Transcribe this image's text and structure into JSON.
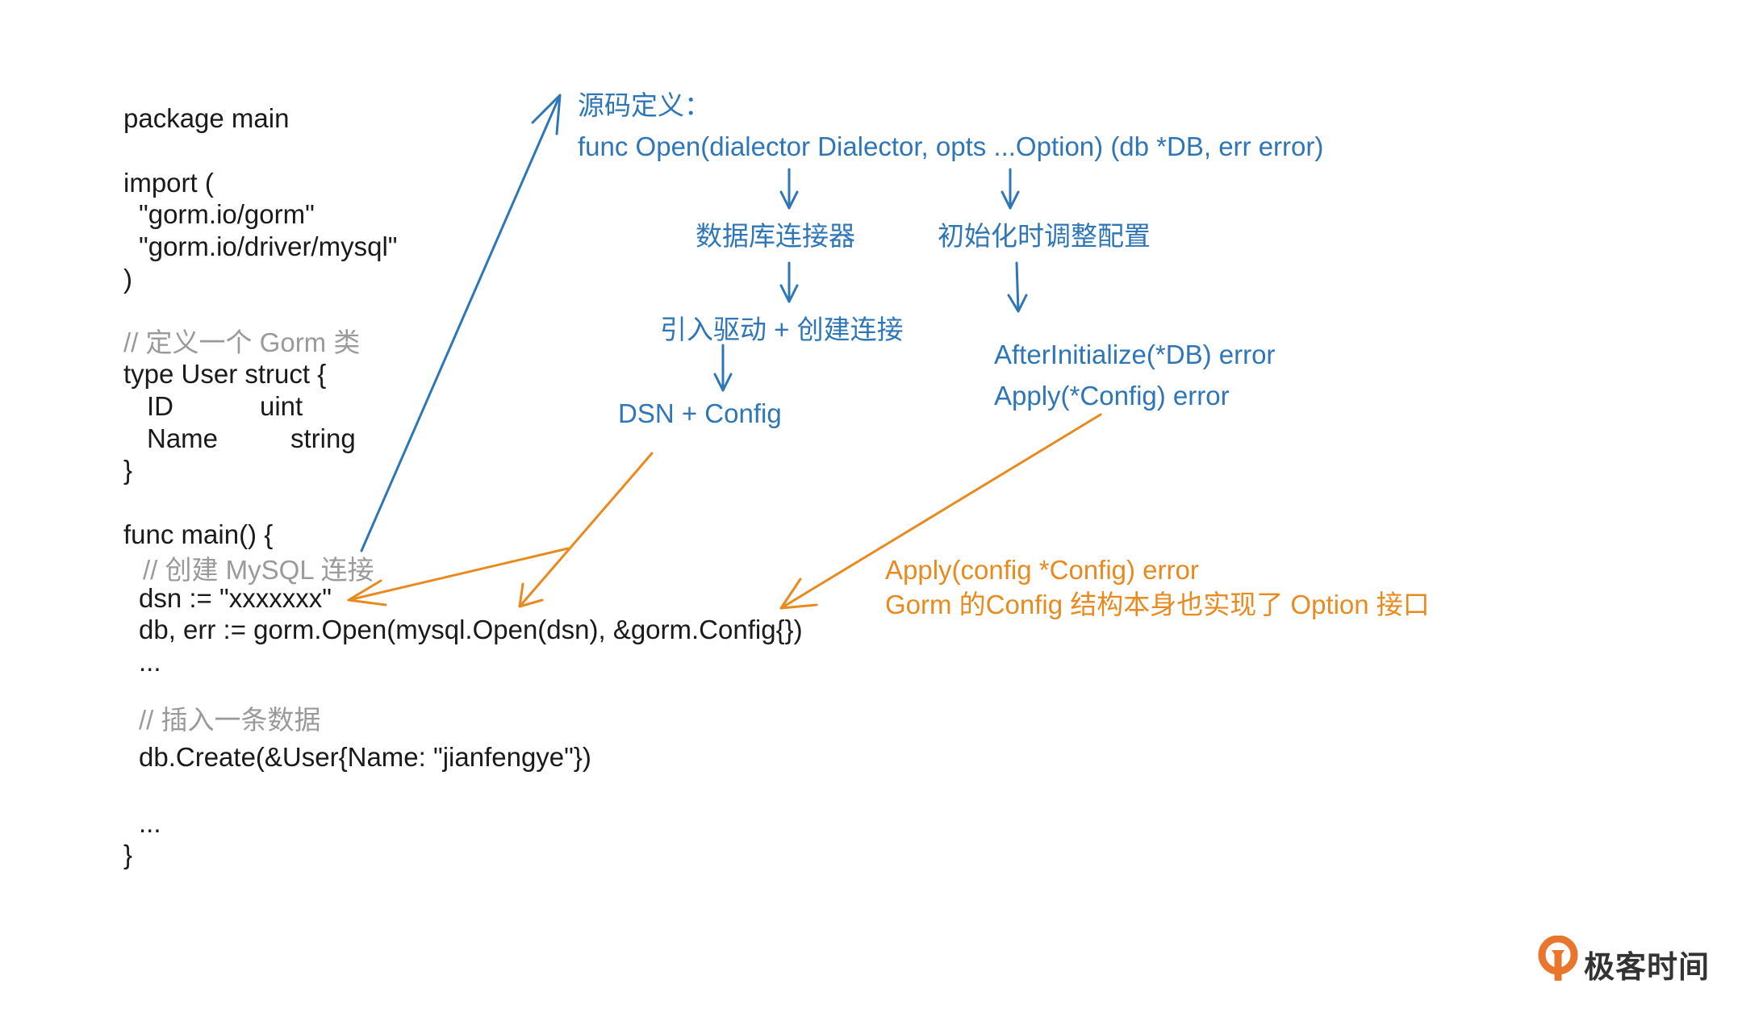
{
  "code": {
    "package": "package main",
    "import_open": "import (",
    "import_gorm": "\"gorm.io/gorm\"",
    "import_mysql": "\"gorm.io/driver/mysql\"",
    "import_close": ")",
    "comment_define": "// 定义一个 Gorm 类",
    "type_user": "type User struct {",
    "field_id_name": "ID",
    "field_id_type": "uint",
    "field_name_name": "Name",
    "field_name_type": "string",
    "struct_close": "}",
    "func_main": "func main() {",
    "comment_connect": "// 创建 MySQL 连接",
    "dsn_line": "dsn := \"xxxxxxx\"",
    "open_line": "db, err := gorm.Open(mysql.Open(dsn), &gorm.Config{})",
    "ellipsis1": "...",
    "comment_insert": "// 插入一条数据",
    "create_line": "db.Create(&User{Name: \"jianfengye\"})",
    "ellipsis2": "...",
    "main_close": "}"
  },
  "annotations": {
    "source_title": "源码定义：",
    "open_signature": "func Open(dialector Dialector, opts ...Option) (db *DB, err error)",
    "dialector_desc": "数据库连接器",
    "option_desc": "初始化时调整配置",
    "driver_desc": "引入驱动 + 创建连接",
    "dsn_config": "DSN + Config",
    "after_initialize": "AfterInitialize(*DB) error",
    "apply_method": "Apply(*Config) error",
    "config_apply": "Apply(config *Config) error",
    "config_note": "Gorm 的Config 结构本身也实现了 Option 接口"
  },
  "brand": {
    "name": "极客时间"
  },
  "colors": {
    "code": "#1a1a1a",
    "comment": "#9a9a9a",
    "annotation_blue": "#2f76b7",
    "annotation_orange": "#e88a1e",
    "logo_orange": "#e8762d"
  }
}
